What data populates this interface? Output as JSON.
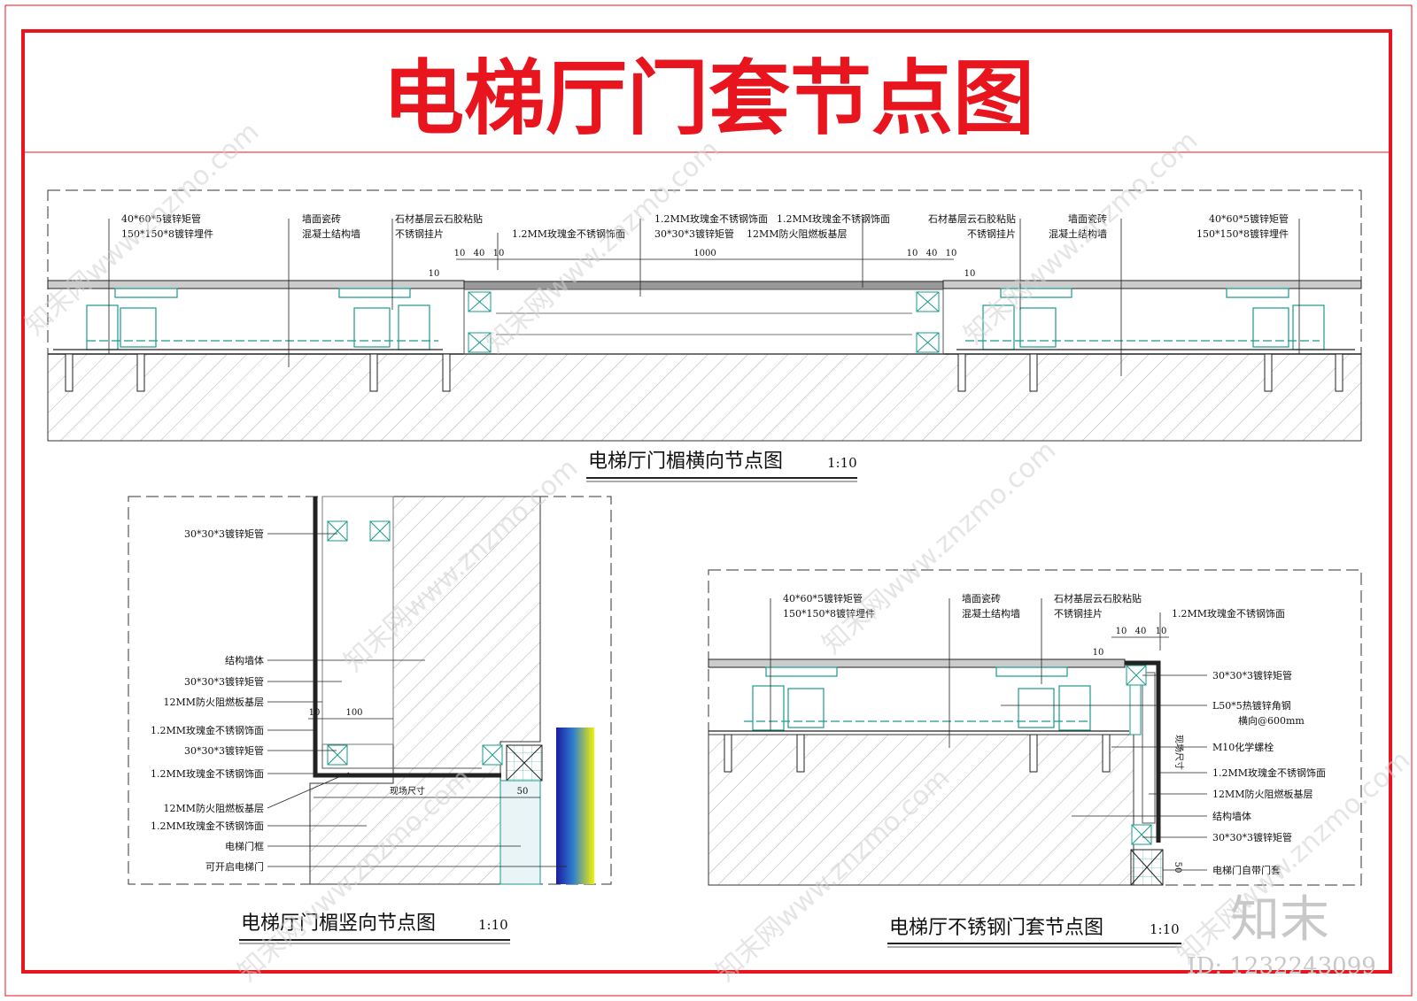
{
  "title": "电梯厅门套节点图",
  "top": {
    "caption": "电梯厅门楣横向节点图",
    "scale": "1:10",
    "dims": [
      "10",
      "40",
      "10",
      "1000",
      "10",
      "40",
      "10",
      "10",
      "10"
    ],
    "labels": [
      "40*60*5镀锌矩管",
      "150*150*8镀锌埋件",
      "墙面瓷砖",
      "混凝土结构墙",
      "石材基层云石胶粘贴",
      "不锈钢挂片",
      "1.2MM玫瑰金不锈钢饰面",
      "1.2MM玫瑰金不锈钢饰面",
      "30*30*3镀锌矩管",
      "1.2MM玫瑰金不锈钢饰面",
      "12MM防火阻燃板基层",
      "石材基层云石胶粘贴",
      "不锈钢挂片",
      "墙面瓷砖",
      "混凝土结构墙",
      "40*60*5镀锌矩管",
      "150*150*8镀锌埋件"
    ]
  },
  "left": {
    "caption": "电梯厅门楣竖向节点图",
    "scale": "1:10",
    "dims": [
      "10",
      "100",
      "现场尺寸",
      "50"
    ],
    "labels": [
      "30*30*3镀锌矩管",
      "结构墙体",
      "30*30*3镀锌矩管",
      "12MM防火阻燃板基层",
      "1.2MM玫瑰金不锈钢饰面",
      "30*30*3镀锌矩管",
      "1.2MM玫瑰金不锈钢饰面",
      "12MM防火阻燃板基层",
      "1.2MM玫瑰金不锈钢饰面",
      "电梯门框",
      "可开启电梯门"
    ]
  },
  "right": {
    "caption": "电梯厅不锈钢门套节点图",
    "scale": "1:10",
    "dims": [
      "10",
      "40",
      "10",
      "10",
      "现场尺寸",
      "50"
    ],
    "labels_top": [
      "40*60*5镀锌矩管",
      "150*150*8镀锌埋件",
      "墙面瓷砖",
      "混凝土结构墙",
      "石材基层云石胶粘贴",
      "不锈钢挂片",
      "1.2MM玫瑰金不锈钢饰面"
    ],
    "labels_right": [
      "30*30*3镀锌矩管",
      "L50*5热镀锌角钢",
      "横向@600mm",
      "M10化学螺栓",
      "1.2MM玫瑰金不锈钢饰面",
      "12MM防火阻燃板基层",
      "结构墙体",
      "30*30*3镀锌矩管",
      "电梯门自带门套"
    ]
  },
  "watermark": {
    "brand": "知末",
    "id": "ID: 1232243099",
    "site": "知末网www.znzmo.com"
  },
  "colors": {
    "frame": "#e8141e",
    "title": "#e8141e",
    "steel": "#1a9a8c",
    "line": "#222222"
  }
}
